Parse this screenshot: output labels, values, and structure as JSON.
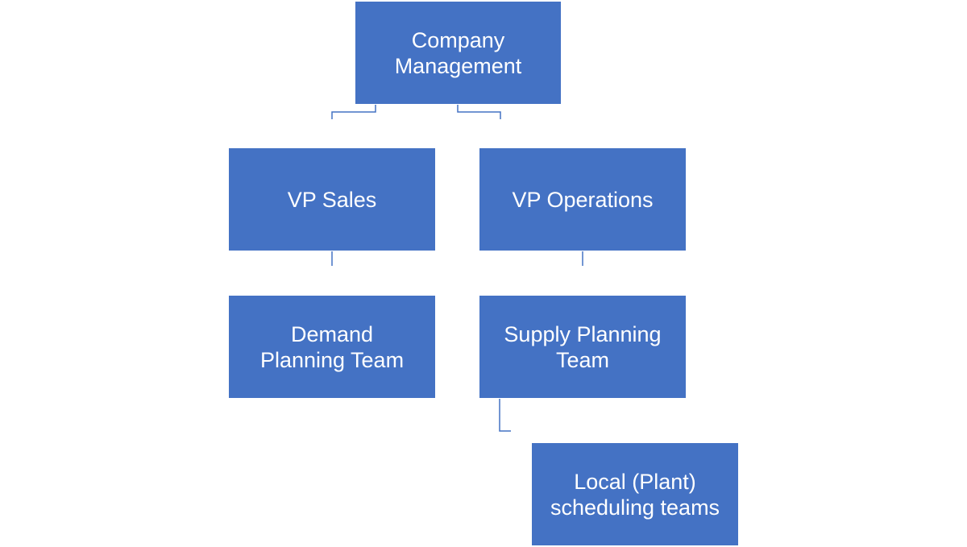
{
  "org_chart": {
    "root": {
      "label": "Company Management"
    },
    "vp_sales": {
      "label": "VP Sales"
    },
    "vp_operations": {
      "label": "VP Operations"
    },
    "demand_planning": {
      "label": "Demand Planning Team"
    },
    "supply_planning": {
      "label": "Supply Planning Team"
    },
    "local_scheduling": {
      "label": "Local (Plant) scheduling teams"
    }
  },
  "colors": {
    "box_fill": "#4472c4",
    "box_text": "#ffffff",
    "connector": "#4472c4",
    "background": "#ffffff"
  }
}
